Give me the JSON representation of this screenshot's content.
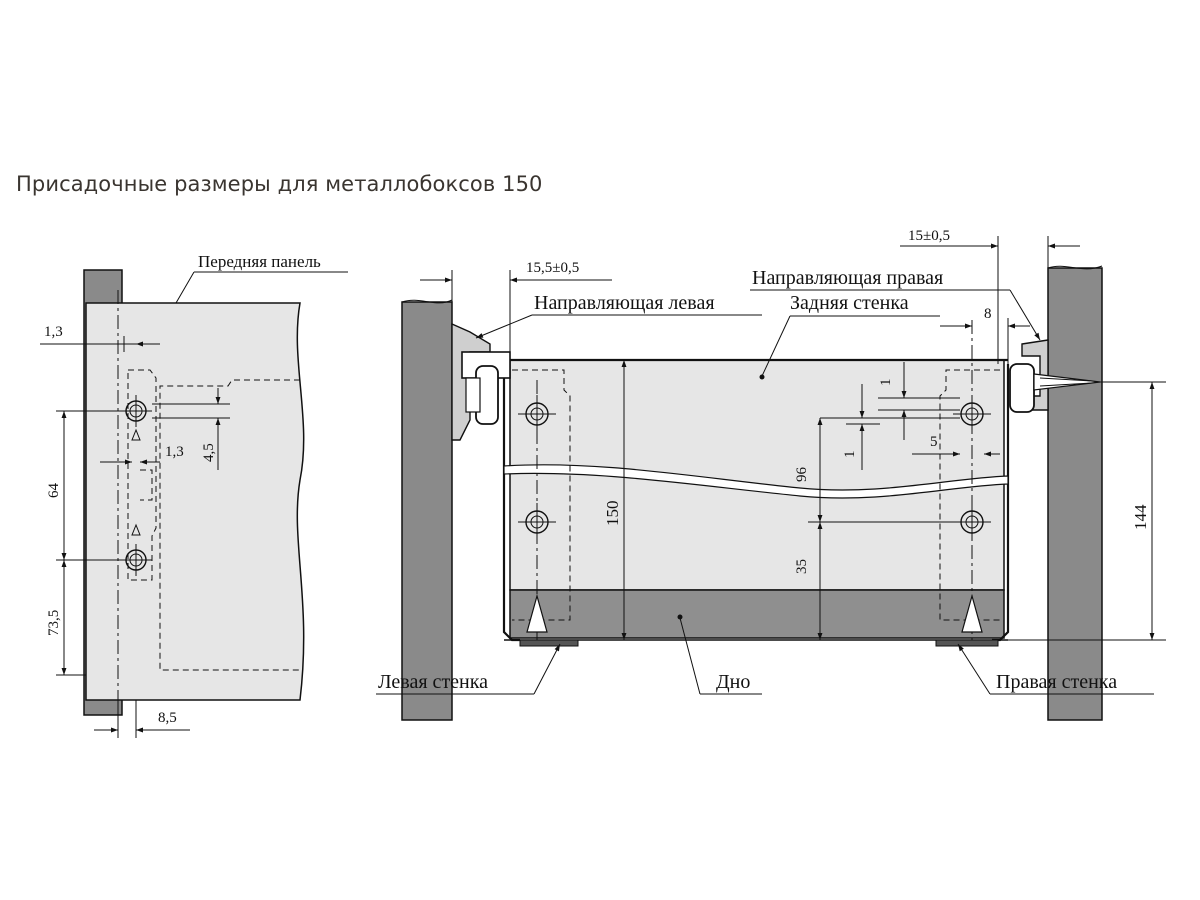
{
  "title": "Присадочные размеры для металлобоксов 150",
  "labels": {
    "front_panel": "Передняя панель",
    "left_guide": "Направляющая левая",
    "right_guide": "Направляющая правая",
    "back_wall": "Задняя стенка",
    "left_wall": "Левая стенка",
    "bottom": "Дно",
    "right_wall": "Правая стенка"
  },
  "dimensions": {
    "d_1_3_top": "1,3",
    "d_1_3_mid": "1,3",
    "d_4_5": "4,5",
    "d_64": "64",
    "d_73_5": "73,5",
    "d_8_5": "8,5",
    "d_15_5": "15,5±0,5",
    "d_15": "15±0,5",
    "d_8": "8",
    "d_150": "150",
    "d_1_a": "1",
    "d_1_b": "1",
    "d_5": "5",
    "d_96": "96",
    "d_35": "35",
    "d_144": "144"
  },
  "colors": {
    "wall": "#8a8a8a",
    "panel": "#e6e6e6",
    "bottom": "#8f8f8f",
    "line": "#111111"
  }
}
